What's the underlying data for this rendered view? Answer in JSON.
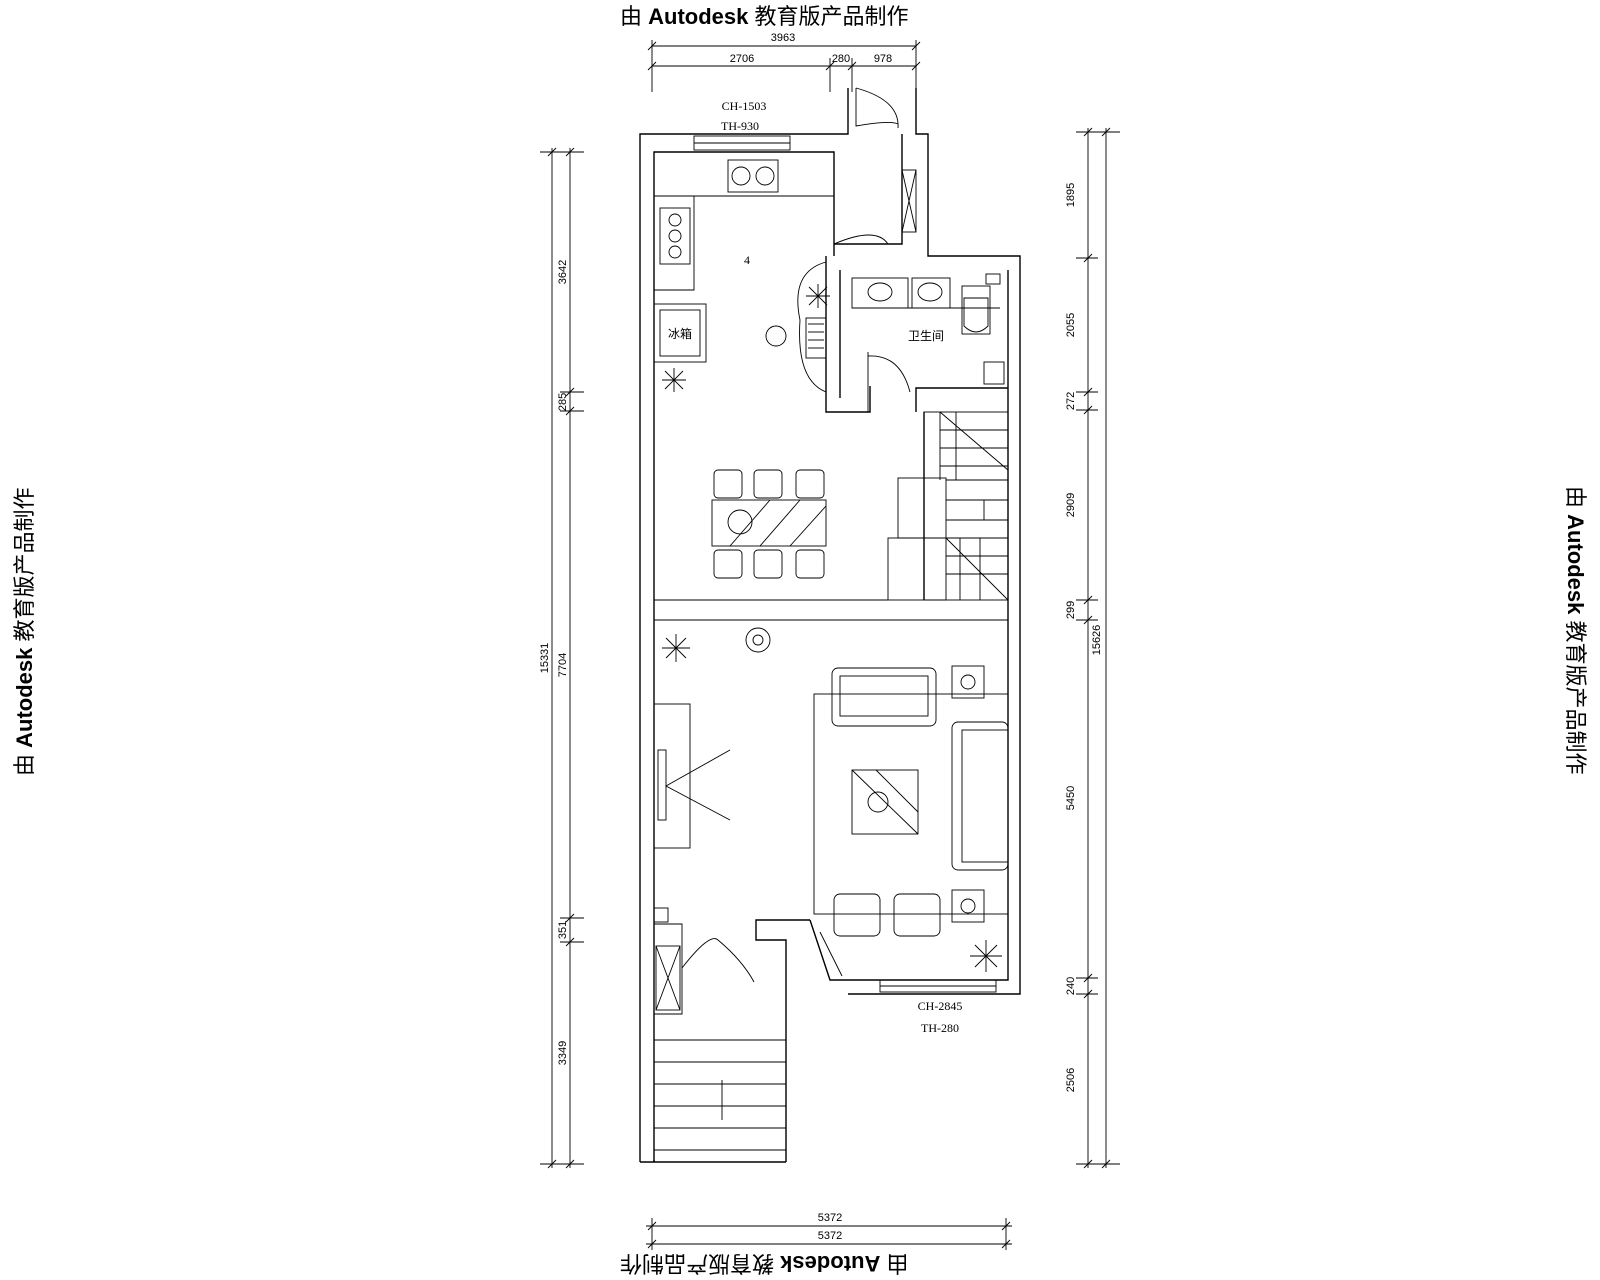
{
  "watermark": {
    "prefix": "由",
    "brand": "Autodesk",
    "suffix": "教育版产品制作"
  },
  "dimensions": {
    "top_total": "3963",
    "top_segments": [
      "2706",
      "280",
      "978"
    ],
    "bottom_total": "5372",
    "bottom_total_2": "5372",
    "left_total": "15331",
    "left_segments": [
      "3642",
      "285",
      "7704",
      "351",
      "3349"
    ],
    "right_total": "15626",
    "right_segments": [
      "1895",
      "2055",
      "272",
      "2909",
      "299",
      "5450",
      "240",
      "2506"
    ]
  },
  "labels": {
    "window_top_1": "CH-1503",
    "window_top_2": "TH-930",
    "window_bottom_1": "CH-2845",
    "window_bottom_2": "TH-280",
    "fridge": "冰箱",
    "kitchen_mark": "4",
    "bath_mark": "卫生间"
  }
}
